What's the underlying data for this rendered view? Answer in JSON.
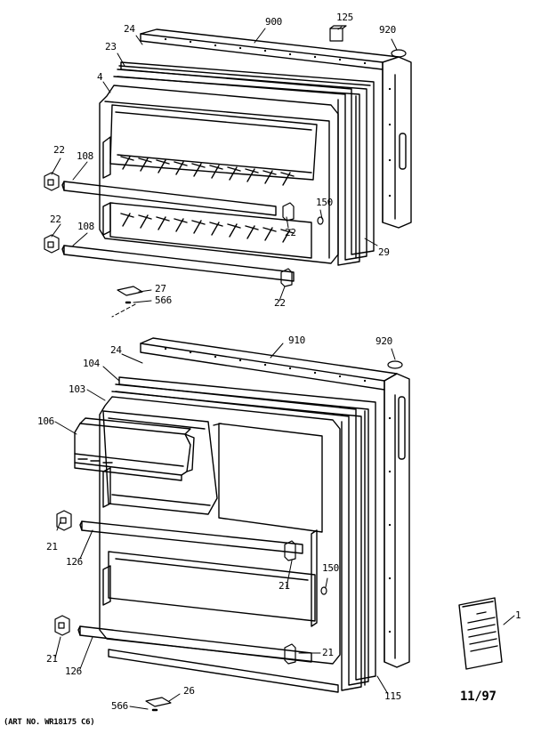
{
  "upper": {
    "parts": [
      {
        "id": "p-900",
        "label": "900"
      },
      {
        "id": "p-125",
        "label": "125"
      },
      {
        "id": "p-920",
        "label": "920"
      },
      {
        "id": "p-24",
        "label": "24"
      },
      {
        "id": "p-23",
        "label": "23"
      },
      {
        "id": "p-4",
        "label": "4"
      },
      {
        "id": "p-22a",
        "label": "22"
      },
      {
        "id": "p-108a",
        "label": "108"
      },
      {
        "id": "p-22b",
        "label": "22"
      },
      {
        "id": "p-108b",
        "label": "108"
      },
      {
        "id": "p-150",
        "label": "150"
      },
      {
        "id": "p-22c",
        "label": "22"
      },
      {
        "id": "p-29",
        "label": "29"
      },
      {
        "id": "p-27",
        "label": "27"
      },
      {
        "id": "p-566",
        "label": "566"
      },
      {
        "id": "p-22d",
        "label": "22"
      }
    ]
  },
  "lower": {
    "parts": [
      {
        "id": "p-910",
        "label": "910"
      },
      {
        "id": "p-920b",
        "label": "920"
      },
      {
        "id": "p-24b",
        "label": "24"
      },
      {
        "id": "p-104",
        "label": "104"
      },
      {
        "id": "p-103",
        "label": "103"
      },
      {
        "id": "p-106",
        "label": "106"
      },
      {
        "id": "p-21a",
        "label": "21"
      },
      {
        "id": "p-126a",
        "label": "126"
      },
      {
        "id": "p-150b",
        "label": "150"
      },
      {
        "id": "p-21b",
        "label": "21"
      },
      {
        "id": "p-21c",
        "label": "21"
      },
      {
        "id": "p-126b",
        "label": "126"
      },
      {
        "id": "p-21d",
        "label": "21"
      },
      {
        "id": "p-115",
        "label": "115"
      },
      {
        "id": "p-26",
        "label": "26"
      },
      {
        "id": "p-566b",
        "label": "566"
      },
      {
        "id": "p-1",
        "label": "1"
      }
    ]
  },
  "footer": {
    "date": "11/97",
    "art_no": "(ART NO. WR18175 C6)"
  }
}
